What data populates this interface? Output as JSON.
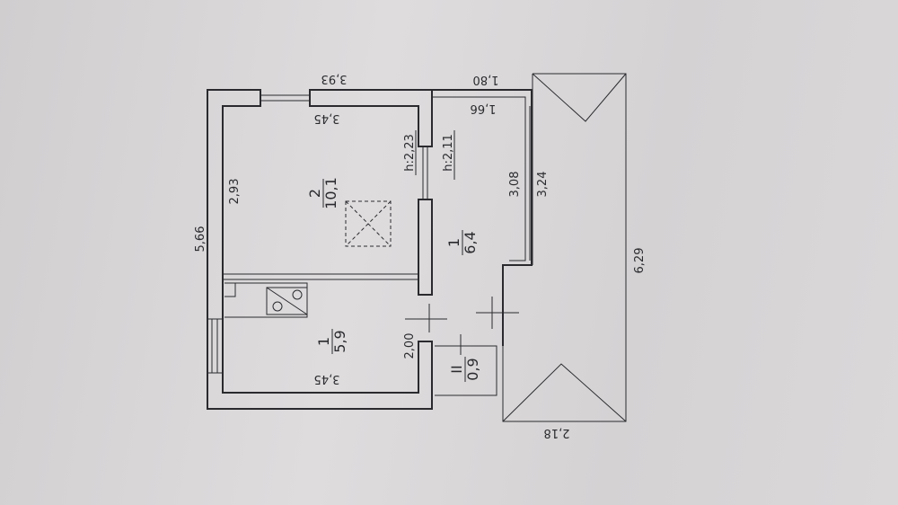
{
  "dimensions": {
    "top_outer": "3,93",
    "top_inner": "3,45",
    "bottom_inner": "3,45",
    "left_outer": "5,66",
    "room2_depth": "2,93",
    "hall_top_outer": "1,80",
    "hall_top_inner": "1,66",
    "hall_window_inner": "3,08",
    "hall_window_outer": "3,24",
    "balcony_length": "6,29",
    "balcony_width": "2,18",
    "kitchen_side": "2,00"
  },
  "heights": {
    "room2": "h:2,23",
    "hall": "h:2,11"
  },
  "rooms": [
    {
      "number": "2",
      "area": "10,1"
    },
    {
      "number": "1",
      "area": "6,4"
    },
    {
      "number": "1",
      "area": "5,9"
    },
    {
      "number": "II",
      "area": "0,9"
    }
  ]
}
